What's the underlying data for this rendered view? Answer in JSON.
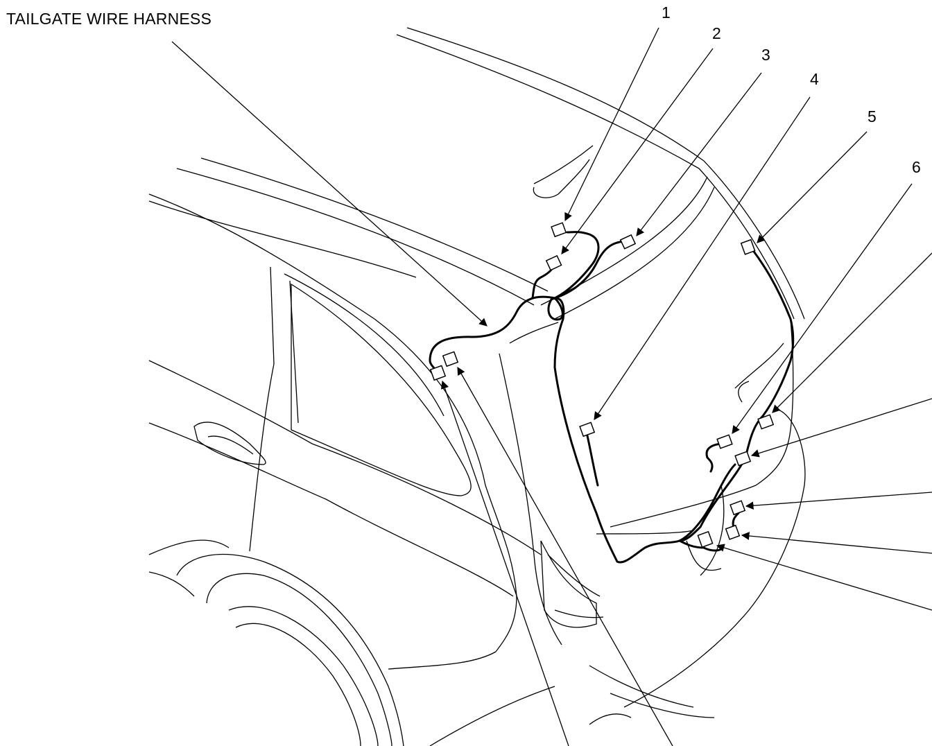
{
  "title": "TAILGATE WIRE HARNESS",
  "callouts": [
    "1",
    "2",
    "3",
    "4",
    "5",
    "6"
  ],
  "colors": {
    "line": "#000000",
    "background": "#ffffff"
  }
}
